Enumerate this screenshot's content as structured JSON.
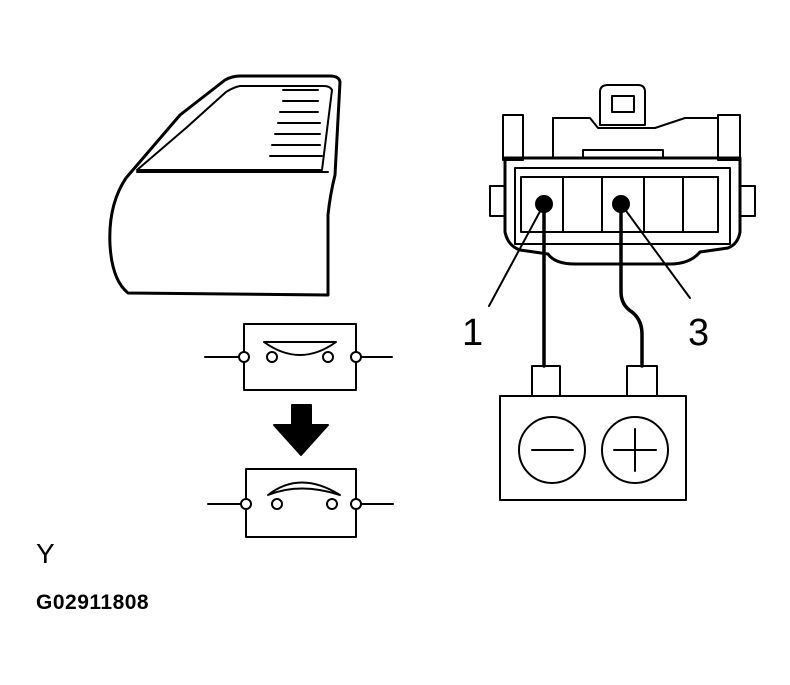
{
  "terminal_labels": {
    "pin_1": "1",
    "pin_3": "3"
  },
  "corner_mark": "Y",
  "figure_code": "G02911808",
  "battery": {
    "negative_symbol": "minus-icon",
    "positive_symbol": "plus-icon"
  },
  "colors": {
    "line": "#000000",
    "background": "#ffffff"
  }
}
